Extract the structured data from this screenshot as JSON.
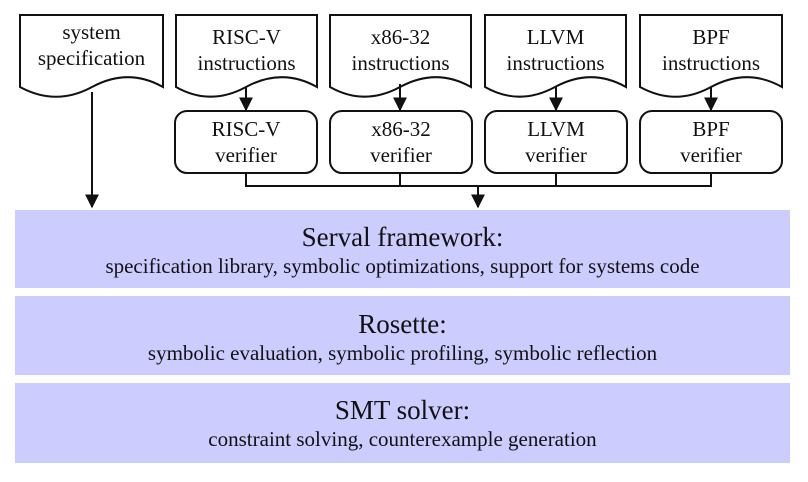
{
  "documents": [
    {
      "id": "spec",
      "lines": [
        "system",
        "specification"
      ]
    },
    {
      "id": "riscv",
      "lines": [
        "RISC-V",
        "instructions"
      ]
    },
    {
      "id": "x86",
      "lines": [
        "x86-32",
        "instructions"
      ]
    },
    {
      "id": "llvm",
      "lines": [
        "LLVM",
        "instructions"
      ]
    },
    {
      "id": "bpf",
      "lines": [
        "BPF",
        "instructions"
      ]
    }
  ],
  "verifiers": [
    {
      "id": "riscv",
      "lines": [
        "RISC-V",
        "verifier"
      ]
    },
    {
      "id": "x86",
      "lines": [
        "x86-32",
        "verifier"
      ]
    },
    {
      "id": "llvm",
      "lines": [
        "LLVM",
        "verifier"
      ]
    },
    {
      "id": "bpf",
      "lines": [
        "BPF",
        "verifier"
      ]
    }
  ],
  "layers": [
    {
      "id": "serval",
      "title": "Serval framework:",
      "subtitle": "specification library, symbolic optimizations, support for systems code"
    },
    {
      "id": "rosette",
      "title": "Rosette:",
      "subtitle": "symbolic evaluation, symbolic profiling, symbolic reflection"
    },
    {
      "id": "smt",
      "title": "SMT solver:",
      "subtitle": "constraint solving, counterexample generation"
    }
  ],
  "colors": {
    "layer_fill": "#ccccff",
    "stroke": "#111111"
  }
}
